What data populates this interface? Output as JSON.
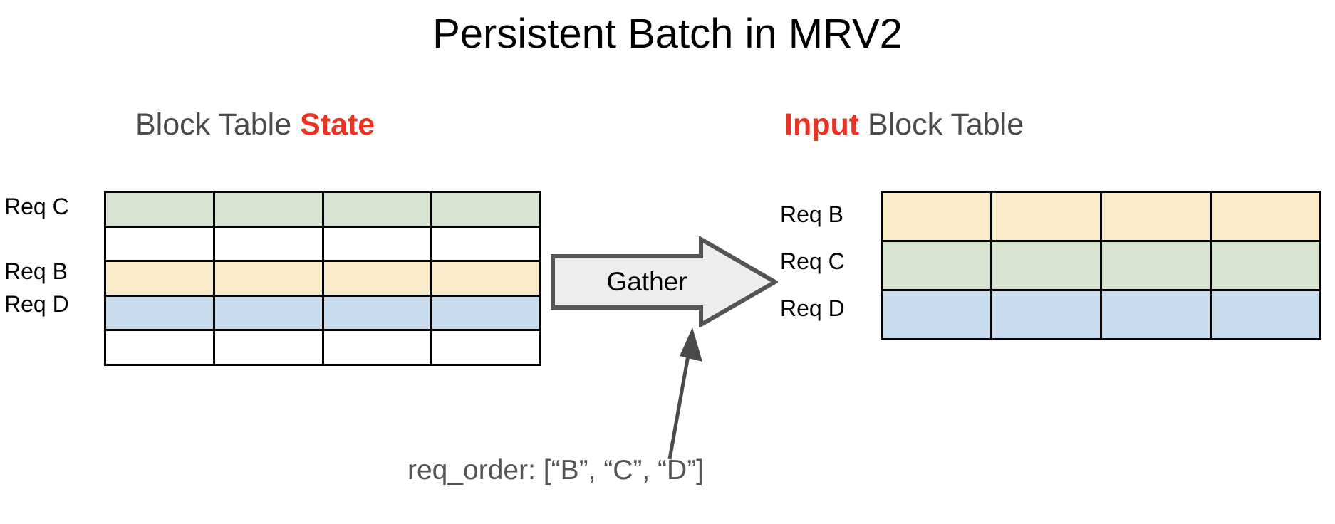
{
  "title": "Persistent Batch in MRV2",
  "colors": {
    "accent_red": "#EA3323",
    "heading_gray": "#4a4a4a",
    "caption_gray": "#555555",
    "cell_green": "#D7E4D0",
    "cell_yellow": "#FAEBC8",
    "cell_blue": "#C9DCEE",
    "cell_white": "#FFFFFF",
    "grid_border": "#000000",
    "arrow_fill": "#EDEDED",
    "arrow_stroke": "#555555",
    "pointer_stroke": "#4a4a4a"
  },
  "state_panel": {
    "heading": {
      "prefix": "Block Table ",
      "accent": "State",
      "suffix": ""
    },
    "rows": [
      {
        "label": "Req C",
        "color": "#D7E4D0",
        "cells": 4
      },
      {
        "label": "",
        "color": "#FFFFFF",
        "cells": 4
      },
      {
        "label": "Req B",
        "color": "#FAEBC8",
        "cells": 4
      },
      {
        "label": "Req D",
        "color": "#C9DCEE",
        "cells": 4
      },
      {
        "label": "",
        "color": "#FFFFFF",
        "cells": 4
      }
    ]
  },
  "input_panel": {
    "heading": {
      "prefix": "",
      "accent": "Input",
      "suffix": " Block Table"
    },
    "rows": [
      {
        "label": "Req B",
        "color": "#FAEBC8",
        "cells": 4
      },
      {
        "label": "Req C",
        "color": "#D7E4D0",
        "cells": 4
      },
      {
        "label": "Req D",
        "color": "#C9DCEE",
        "cells": 4
      }
    ]
  },
  "gather": {
    "label": "Gather",
    "icon": "right-block-arrow-icon"
  },
  "caption": {
    "text": "req_order: [“B”, “C”, “D”]",
    "pointer_icon": "up-right-arrow-icon"
  }
}
